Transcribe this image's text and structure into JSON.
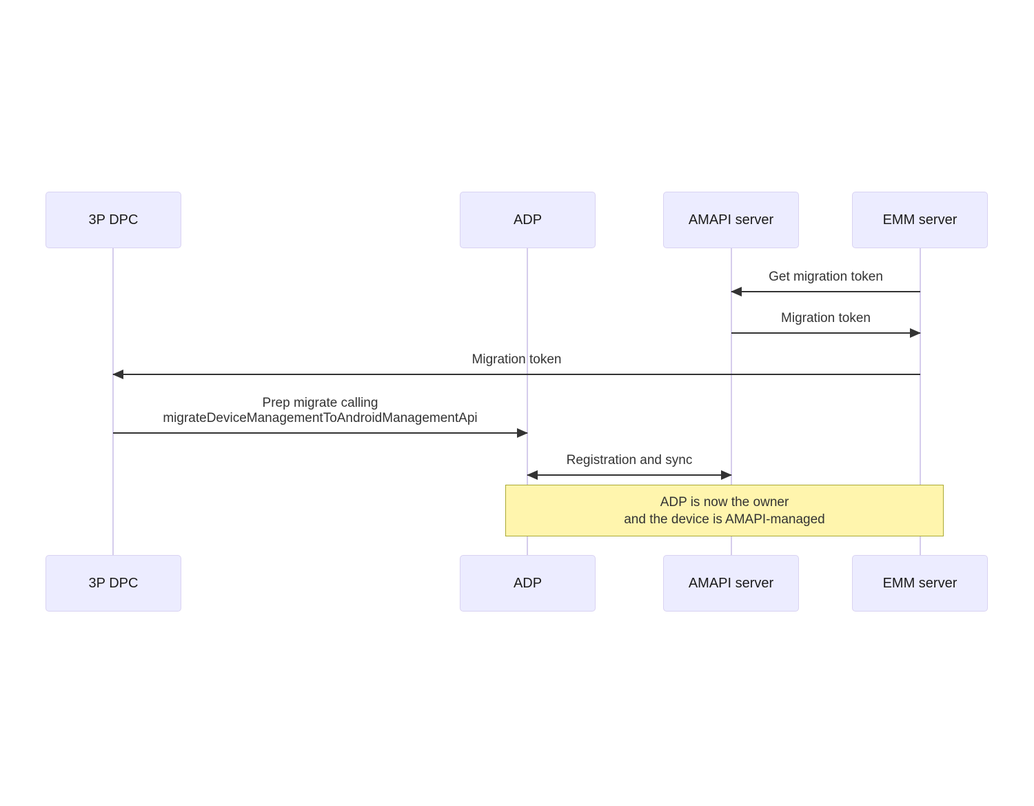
{
  "diagram": {
    "type": "sequence",
    "actors": [
      {
        "id": "3p-dpc",
        "label": "3P DPC"
      },
      {
        "id": "adp",
        "label": "ADP"
      },
      {
        "id": "amapi-server",
        "label": "AMAPI server"
      },
      {
        "id": "emm-server",
        "label": "EMM server"
      }
    ],
    "messages": [
      {
        "from": "emm-server",
        "to": "amapi-server",
        "direction": "left",
        "lines": [
          "Get migration token"
        ]
      },
      {
        "from": "amapi-server",
        "to": "emm-server",
        "direction": "right",
        "lines": [
          "Migration token"
        ]
      },
      {
        "from": "emm-server",
        "to": "3p-dpc",
        "direction": "left",
        "lines": [
          "Migration token"
        ]
      },
      {
        "from": "3p-dpc",
        "to": "adp",
        "direction": "right",
        "lines": [
          "Prep migrate calling",
          "migrateDeviceManagementToAndroidManagementApi"
        ]
      },
      {
        "from": "adp",
        "to": "amapi-server",
        "direction": "both",
        "lines": [
          "Registration and sync"
        ]
      }
    ],
    "note": {
      "over": [
        "adp",
        "emm-server"
      ],
      "lines": [
        "ADP is now the owner",
        "and the device is AMAPI-managed"
      ]
    },
    "colors": {
      "background": "#ffffff",
      "actor_fill": "#ECECFF",
      "actor_border": "#d9d2f2",
      "actor_text": "#1a1a1a",
      "lifeline": "#d5ccec",
      "arrow": "#333333",
      "text": "#333333",
      "note_fill": "#fff5ad",
      "note_border": "#aaaa33",
      "note_text": "#333333"
    }
  }
}
